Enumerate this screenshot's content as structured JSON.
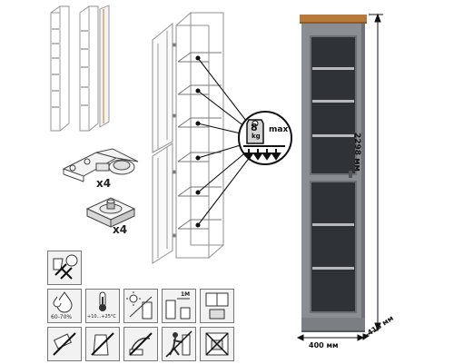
{
  "hardware": {
    "hinge_qty": "x4",
    "leveler_qty": "x4"
  },
  "load_badge": {
    "weight": "8",
    "unit": "kg",
    "limit": "max"
  },
  "dimensions": {
    "height": "2298 мм",
    "width": "400 мм",
    "depth": "418 мм"
  },
  "care_specs": {
    "humidity": "60-70%",
    "temperature": "+10...+25°C",
    "distance": "1M"
  },
  "colors": {
    "body": "#8a8d91",
    "body_dark": "#55585c",
    "wood_top": "#b67a3b",
    "glass": "#2f3338",
    "line_art": "#8f8f8f"
  }
}
